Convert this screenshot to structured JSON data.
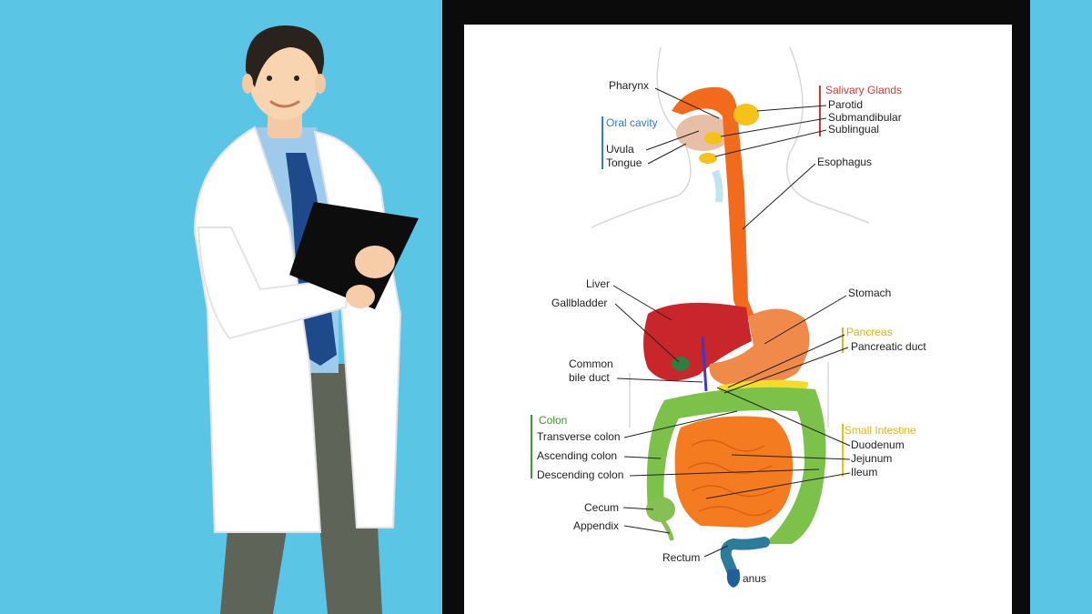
{
  "labels": {
    "pharynx": "Pharynx",
    "salivary_glands": "Salivary Glands",
    "parotid": "Parotid",
    "submandibular": "Submandibular",
    "sublingual": "Sublingual",
    "oral_cavity": "Oral cavity",
    "uvula": "Uvula",
    "tongue": "Tongue",
    "esophagus": "Esophagus",
    "liver": "Liver",
    "gallbladder": "Gallbladder",
    "stomach": "Stomach",
    "pancreas": "Pancreas",
    "pancreatic_duct": "Pancreatic duct",
    "common_bile_duct_1": "Common",
    "common_bile_duct_2": "bile duct",
    "colon": "Colon",
    "transverse_colon": "Transverse colon",
    "ascending_colon": "Ascending colon",
    "descending_colon": "Descending colon",
    "small_intestine": "Small Intestine",
    "duodenum": "Duodenum",
    "jejunum": "Jejunum",
    "ileum": "Ileum",
    "cecum": "Cecum",
    "appendix": "Appendix",
    "rectum": "Rectum",
    "anus": "anus"
  },
  "colors": {
    "background": "#5bc5e6",
    "salivary_group": "#d23a3a",
    "oral_group": "#2f7dc4",
    "colon_group": "#3b9b2b",
    "pancreas_group": "#c9c21a",
    "small_intestine_group": "#e6c800",
    "esophagus": "#f26b1d",
    "liver": "#c8262a",
    "stomach": "#f08a4a",
    "colon": "#7cc24a",
    "small_intestine": "#f47b20",
    "rectum": "#2a7c9a"
  }
}
